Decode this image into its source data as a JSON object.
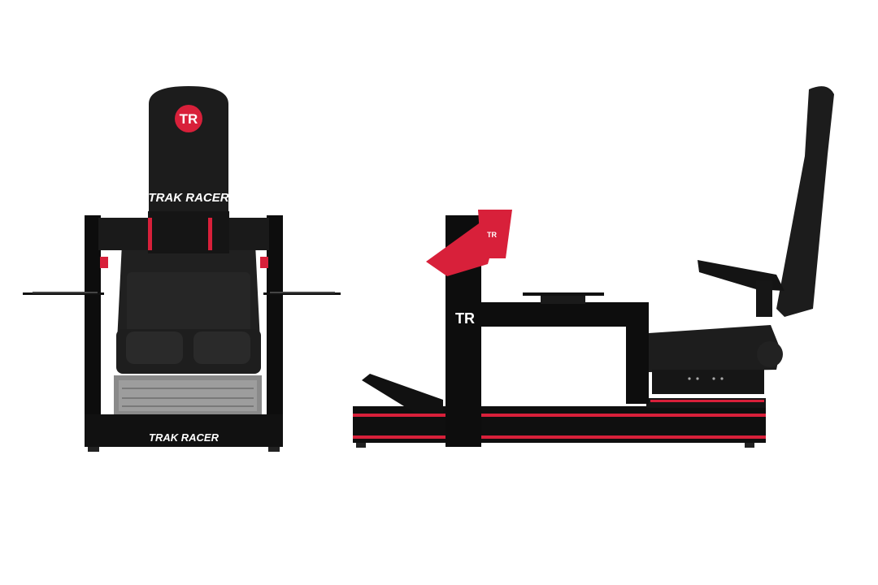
{
  "scene": {
    "subject": "Trak Racer sim racing cockpit shown from front and side",
    "colors": {
      "background": "#ffffff",
      "frame": "#0d0d0d",
      "seat": "#1a1a1a",
      "accent": "#d8203a",
      "plate": "#8a8a8a"
    }
  },
  "front_view": {
    "headrest_logo": "TR",
    "seat_brand": "TRAK RACER",
    "base_brand": "TRAK RACER"
  },
  "side_view": {
    "upright_logo": "TR",
    "bracket_logo": "TR"
  }
}
